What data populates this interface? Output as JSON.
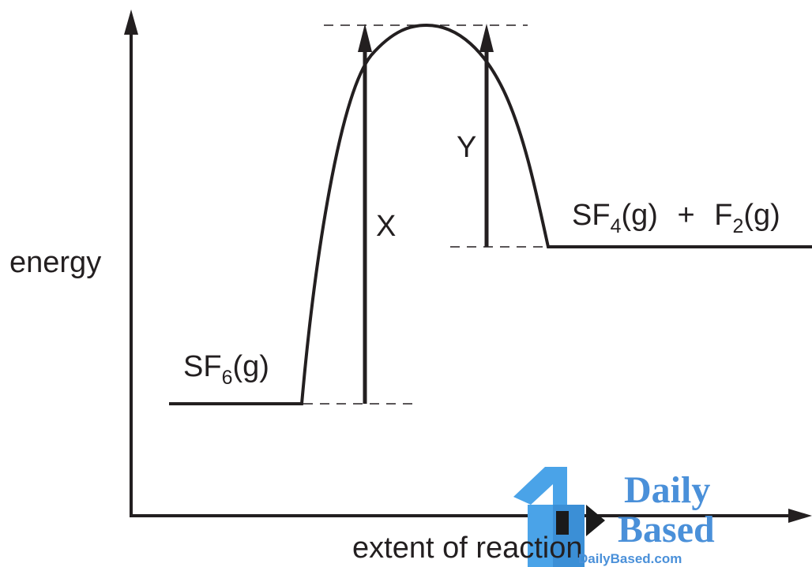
{
  "axes": {
    "y_label": "energy",
    "x_label": "extent of reaction"
  },
  "species": {
    "reactant": {
      "prefix": "SF",
      "subscript": "6",
      "suffix": "(g)"
    },
    "products": {
      "a_prefix": "SF",
      "a_subscript": "4",
      "a_suffix": "(g)",
      "plus": "+",
      "b_prefix": "F",
      "b_subscript": "2",
      "b_suffix": "(g)"
    }
  },
  "arrows": {
    "x_label": "X",
    "y_label": "Y"
  },
  "watermark": {
    "line1": "Daily",
    "line2": "Based",
    "url": "DailyBased.com",
    "color": "#4a90d9"
  },
  "colors": {
    "ink": "#231f20"
  }
}
